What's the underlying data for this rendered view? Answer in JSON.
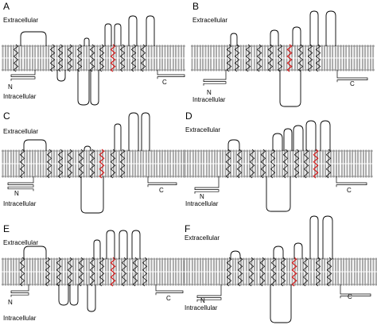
{
  "panels": [
    {
      "letter": "A",
      "extracellular": "Extracellular",
      "intracellular": "Intracellular",
      "n_label": "N",
      "c_label": "C"
    },
    {
      "letter": "B",
      "extracellular": "Extracellular",
      "intracellular": "Intracellular",
      "n_label": "N",
      "c_label": "C"
    },
    {
      "letter": "C",
      "extracellular": "Extracellular",
      "intracellular": "Intracellular",
      "n_label": "N",
      "c_label": "C"
    },
    {
      "letter": "D",
      "extracellular": "Extracellular",
      "intracellular": "Intracellular",
      "n_label": "N",
      "c_label": "C"
    },
    {
      "letter": "E",
      "extracellular": "Extracellular",
      "intracellular": "Intracellular",
      "n_label": "N",
      "c_label": "C"
    },
    {
      "letter": "F",
      "extracellular": "Extracellular",
      "intracellular": "Intracellular",
      "n_label": "N",
      "c_label": "C"
    }
  ],
  "colors": {
    "line": "#000000",
    "highlight": "#d42020",
    "membrane_fill": "#9c9c9c"
  }
}
